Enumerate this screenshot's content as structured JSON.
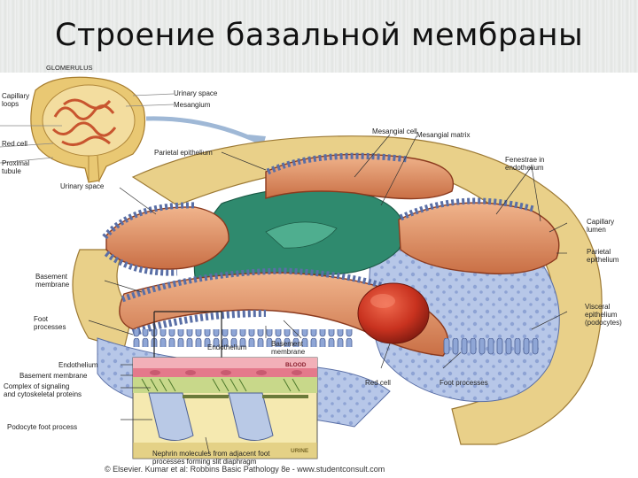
{
  "slide": {
    "title": "Строение базальной мембраны"
  },
  "diagram": {
    "inset_labels": {
      "glomerulus": "GLOMERULUS",
      "capillary_loops": "Capillary\nloops",
      "urinary_space_top": "Urinary space",
      "mesangium": "Mesangium",
      "red_cell_inset": "Red cell",
      "proximal_tubule": "Proximal\ntubule"
    },
    "main_labels": {
      "mesangial_cell": "Mesangial cell",
      "mesangial_matrix": "Mesangial matrix",
      "parietal_epithelium_top": "Parietal epithelium",
      "fenestrae": "Fenestrae in\nendothelium",
      "urinary_space": "Urinary space",
      "capillary_lumen": "Capillary\nlumen",
      "parietal_epithelium_right": "Parietal\nepithelium",
      "basement_membrane_left": "Basement\nmembrane",
      "visceral_epithelium": "Visceral\nepithelium\n(podocytes)",
      "foot_processes_left": "Foot\nprocesses",
      "endothelium_mid": "Endothelium",
      "basement_membrane_mid": "Basement\nmembrane",
      "red_cell_main": "Red cell",
      "foot_processes_bottom": "Foot processes"
    },
    "detail_labels": {
      "endothelium": "Endothelium",
      "basement_membrane": "Basement membrane",
      "complex": "Complex of signaling\nand cytoskeletal proteins",
      "podocyte_foot_process": "Podocyte foot process",
      "blood": "BLOOD",
      "urine": "URINE",
      "nephrin": "Nephrin molecules from adjacent foot\nprocesses forming slit diaphragm"
    },
    "copyright": "© Elsevier. Kumar et al: Robbins Basic Pathology 8e - www.studentconsult.com",
    "colors": {
      "capsule": "#e9d089",
      "capillary": "#d9865a",
      "mesangium": "#2f8a6e",
      "podocyte": "#9fb4de",
      "red_cell": "#c8321f",
      "basement_membrane": "#cf6d4b"
    }
  }
}
